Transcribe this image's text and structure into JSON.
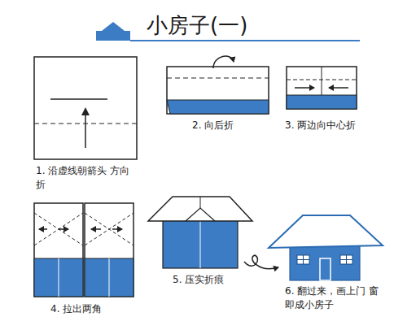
{
  "diagram": {
    "title": "小房子(一)",
    "labels": [
      "1. 沿虚线朝箭头 方向折",
      "2. 向后折",
      "3. 两边向中心折",
      "4. 拉出两角",
      "5. 压实折痕",
      "6. 翻过来，画上门 窗即成小房子"
    ]
  }
}
